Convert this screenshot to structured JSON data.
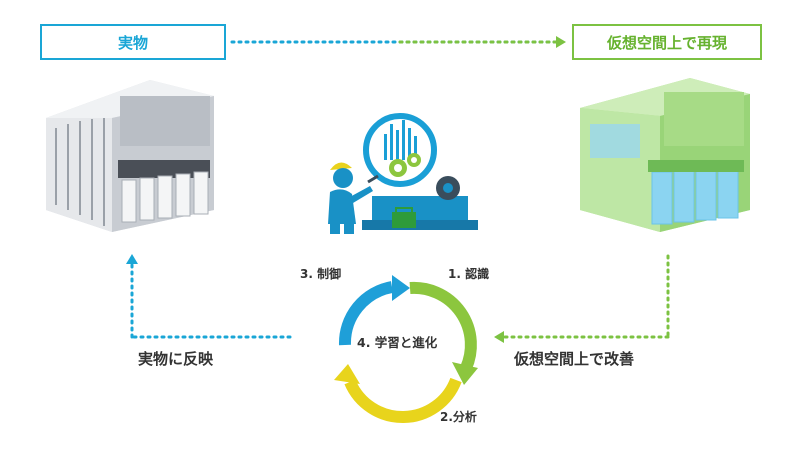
{
  "top": {
    "real_label": "実物",
    "virtual_label": "仮想空間上で再現"
  },
  "bottom": {
    "reflect_label": "実物に反映",
    "improve_label": "仮想空間上で改善"
  },
  "cycle": {
    "step1": "1. 認識",
    "step2": "2.分析",
    "step3": "3. 制御",
    "step4": "4. 学習と進化"
  },
  "colors": {
    "blue": "#1aa6d6",
    "green": "#7cc242",
    "yellow": "#ecd21a",
    "cycle_blue": "#1f9fd8",
    "cycle_green": "#8cc63e",
    "cycle_yellow": "#e8d41c",
    "worker_blue": "#1991c6"
  }
}
